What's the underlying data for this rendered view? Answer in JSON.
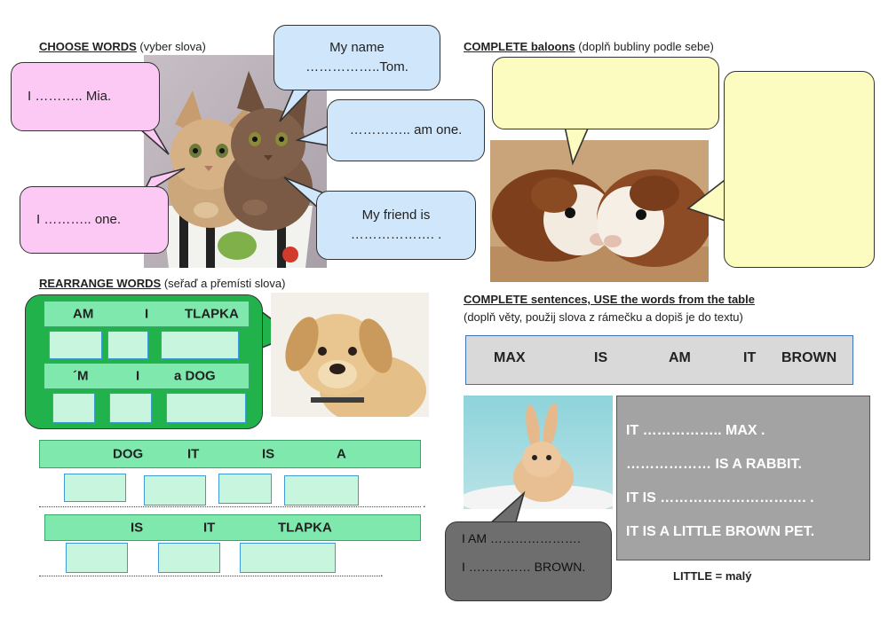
{
  "choose": {
    "heading_bold": "CHOOSE WORDS",
    "heading_rest": " (vyber slova)",
    "bubble_mia": "I  ………..  Mia.",
    "bubble_one": "I  ………..  one.",
    "bubble_tom_1": "My name",
    "bubble_tom_2": "……………..Tom.",
    "bubble_am_one": "………….. am one.",
    "bubble_friend_1": "My friend is",
    "bubble_friend_2": "………………. ."
  },
  "complete_balloons": {
    "heading_bold": "COMPLETE baloons",
    "heading_rest": " (doplň bubliny podle sebe)"
  },
  "rearrange": {
    "heading_bold": "REARRANGE WORDS",
    "heading_rest": " (seřaď a přemísti slova)",
    "row1": [
      "AM",
      "I",
      "TLAPKA"
    ],
    "row2": [
      "´M",
      "I",
      "a DOG"
    ],
    "row3": [
      "DOG",
      "IT",
      "IS",
      "A"
    ],
    "row4": [
      "IS",
      "IT",
      "TLAPKA"
    ],
    "dot_end": "."
  },
  "complete_sentences": {
    "heading_bold": "COMPLETE sentences, USE the words from the table",
    "subheading": "(doplň věty, použij slova z rámečku a  dopiš je do textu)",
    "words": [
      "MAX",
      "IS",
      "AM",
      "IT",
      "BROWN"
    ],
    "sentences": [
      "IT    ……………..  MAX .",
      "………………  IS  A RABBIT.",
      "IT IS …………………………. .",
      "IT IS A LITTLE BROWN PET."
    ],
    "rabbit_bubble_1": "I  AM  ………………….",
    "rabbit_bubble_2": "I …………… BROWN.",
    "note": "LITTLE = malý"
  },
  "colors": {
    "pink": "#fbc9f3",
    "blue": "#cfe6fb",
    "yellow": "#fcfbc0",
    "green_bubble": "#22b24c",
    "mint_bar": "#7fe9ad",
    "gray_box": "#a3a3a3",
    "dark_gray_bubble": "#6e6e6e"
  }
}
